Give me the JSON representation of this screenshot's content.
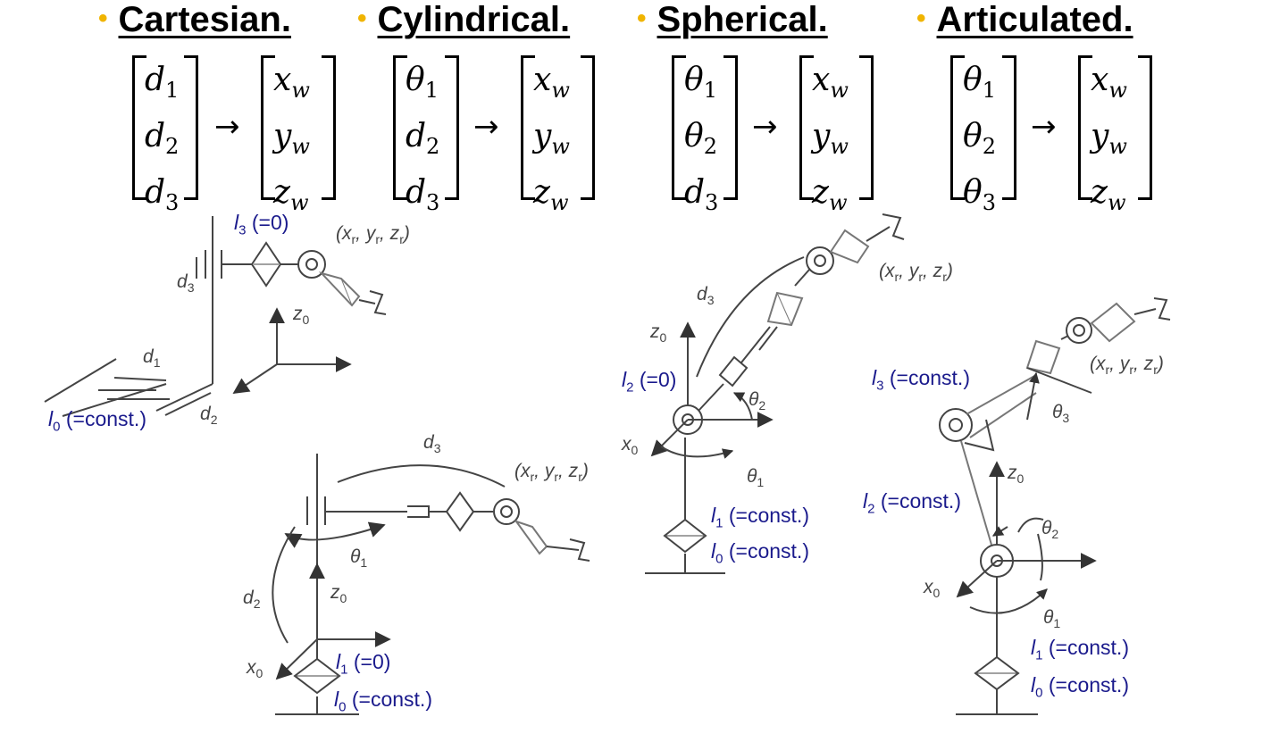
{
  "headings": {
    "cartesian": "Cartesian.",
    "cylindrical": "Cylindrical.",
    "spherical": "Spherical.",
    "articulated": "Articulated."
  },
  "colors": {
    "bullet": "#f0b400",
    "label": "#1a1a8c",
    "drawing": "#444444"
  },
  "equations": {
    "cartesian": {
      "joints": [
        "d",
        "d",
        "d"
      ],
      "subs": [
        "1",
        "2",
        "3"
      ]
    },
    "cylindrical": {
      "joints": [
        "θ",
        "d",
        "d"
      ],
      "subs": [
        "1",
        "2",
        "3"
      ]
    },
    "spherical": {
      "joints": [
        "θ",
        "θ",
        "d"
      ],
      "subs": [
        "1",
        "2",
        "3"
      ]
    },
    "articulated": {
      "joints": [
        "θ",
        "θ",
        "θ"
      ],
      "subs": [
        "1",
        "2",
        "3"
      ]
    },
    "world": {
      "vars": [
        "x",
        "y",
        "z"
      ],
      "sub": "w"
    },
    "arrow": "→"
  },
  "labels": {
    "const": "(=const.)",
    "zero": "(=0)",
    "l": "l",
    "pose": "(x",
    "pose_mid1": ", y",
    "pose_mid2": ", z",
    "pose_end": ")",
    "pose_sub": "r",
    "z0": "z",
    "x0": "x",
    "axis_sub": "0",
    "d": "d",
    "theta": "θ"
  }
}
